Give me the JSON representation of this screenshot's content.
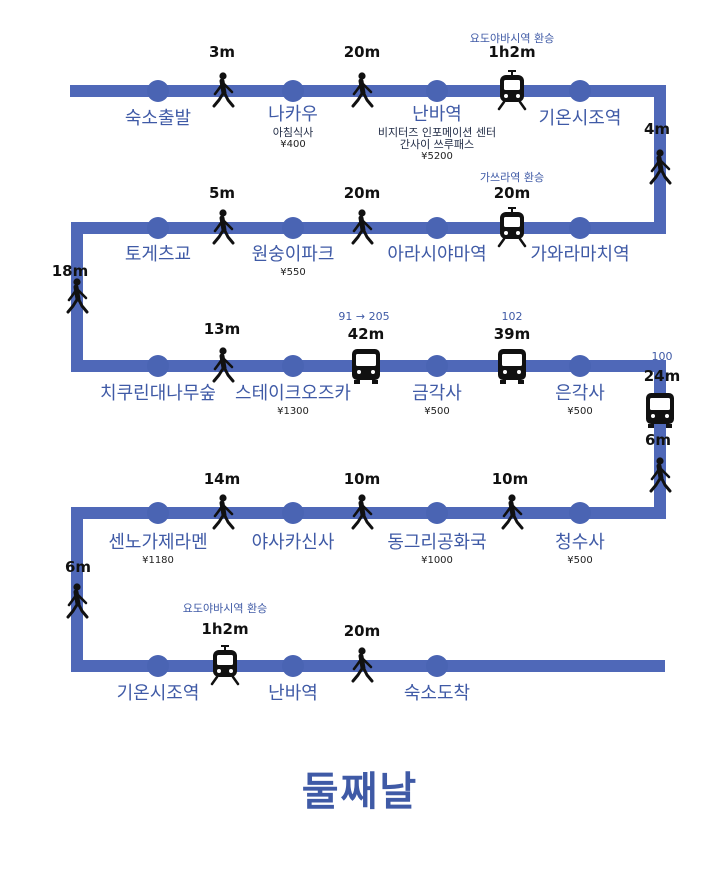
{
  "title": "둘째날",
  "colors": {
    "route": "#4f68b8",
    "station": "#4a64b3",
    "text": "#3f5aa6",
    "icon": "#111111"
  },
  "stations": [
    {
      "id": "s1",
      "name": "숙소출발"
    },
    {
      "id": "s2",
      "name": "나카우",
      "sub": "아침식사",
      "price": "¥400"
    },
    {
      "id": "s3",
      "name": "난바역",
      "sub": "비지터즈 인포메이션 센터",
      "sub2": "간사이 쓰루패스",
      "price": "¥5200"
    },
    {
      "id": "s4",
      "name": "기온시조역"
    },
    {
      "id": "s5",
      "name": "가와라마치역"
    },
    {
      "id": "s6",
      "name": "아라시야마역"
    },
    {
      "id": "s7",
      "name": "원숭이파크",
      "price": "¥550"
    },
    {
      "id": "s8",
      "name": "토게츠교"
    },
    {
      "id": "s9",
      "name": "치쿠린대나무숲"
    },
    {
      "id": "s10",
      "name": "스테이크오즈카",
      "price": "¥1300"
    },
    {
      "id": "s11",
      "name": "금각사",
      "price": "¥500"
    },
    {
      "id": "s12",
      "name": "은각사",
      "price": "¥500"
    },
    {
      "id": "s13",
      "name": "청수사",
      "price": "¥500"
    },
    {
      "id": "s14",
      "name": "동그리공화국",
      "price": "¥1000"
    },
    {
      "id": "s15",
      "name": "야사카신사"
    },
    {
      "id": "s16",
      "name": "센노가제라멘",
      "price": "¥1180"
    },
    {
      "id": "s17",
      "name": "기온시조역"
    },
    {
      "id": "s18",
      "name": "난바역"
    },
    {
      "id": "s19",
      "name": "숙소도착"
    }
  ],
  "legs": [
    {
      "id": "l1",
      "mode": "walk",
      "duration": "3m"
    },
    {
      "id": "l2",
      "mode": "walk",
      "duration": "20m"
    },
    {
      "id": "l3",
      "mode": "train",
      "duration": "1h2m",
      "note": "요도야바시역 환승"
    },
    {
      "id": "l4",
      "mode": "walk",
      "duration": "4m"
    },
    {
      "id": "l5",
      "mode": "train",
      "duration": "20m",
      "note": "가쓰라역 환승"
    },
    {
      "id": "l6",
      "mode": "walk",
      "duration": "20m"
    },
    {
      "id": "l7",
      "mode": "walk",
      "duration": "5m"
    },
    {
      "id": "l8",
      "mode": "walk",
      "duration": "18m"
    },
    {
      "id": "l9",
      "mode": "walk",
      "duration": "13m"
    },
    {
      "id": "l10",
      "mode": "bus",
      "duration": "42m",
      "note": "91 → 205"
    },
    {
      "id": "l11",
      "mode": "bus",
      "duration": "39m",
      "note": "102"
    },
    {
      "id": "l12",
      "mode": "bus",
      "duration": "24m",
      "note": "100"
    },
    {
      "id": "l13",
      "mode": "walk",
      "duration": "6m"
    },
    {
      "id": "l14",
      "mode": "walk",
      "duration": "10m"
    },
    {
      "id": "l15",
      "mode": "walk",
      "duration": "10m"
    },
    {
      "id": "l16",
      "mode": "walk",
      "duration": "14m"
    },
    {
      "id": "l17",
      "mode": "walk",
      "duration": "6m"
    },
    {
      "id": "l18",
      "mode": "train",
      "duration": "1h2m",
      "note": "요도야바시역 환승"
    },
    {
      "id": "l19",
      "mode": "walk",
      "duration": "20m"
    }
  ]
}
